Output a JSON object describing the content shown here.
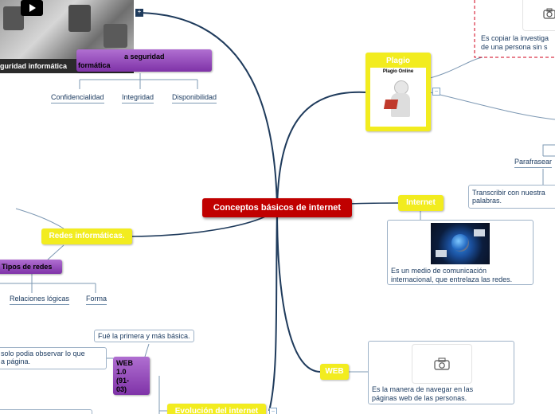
{
  "central": {
    "title": "Conceptos básicos de internet"
  },
  "security": {
    "video_caption": "guridad informática",
    "heading": "a seguridad",
    "heading_line2": "formática",
    "items": [
      "Confidencialidad",
      "Integridad",
      "Disponibilidad"
    ]
  },
  "plagio": {
    "title": "Plagio",
    "image_caption": "Plagio Online",
    "definition_line1": "Es copiar la investiga",
    "definition_line2": "de una persona sin s",
    "parafrasear": "Parafrasear",
    "transcribir_line1": "Transcribir con nuestra",
    "transcribir_line2": "palabras."
  },
  "internet": {
    "title": "Internet",
    "description_line1": "Es un medio de comunicación",
    "description_line2": "internacional, que entrelaza las redes."
  },
  "redes": {
    "title": "Redes informáticas.",
    "tipos": "Tipos de redes",
    "items": [
      "Relaciones lógicas",
      "Forma"
    ]
  },
  "web": {
    "title": "WEB",
    "description_line1": "Es la manera de navegar en las",
    "description_line2": "páginas web de las personas."
  },
  "evolucion": {
    "title": "Evolución del internet",
    "web10": "WEB 1.0 (91-03)",
    "web10_lines": [
      "WEB",
      "1.0",
      "(91-",
      "03)"
    ],
    "primera": "Fué la primera y más básica.",
    "observar_line1": "solo podia observar lo que",
    "observar_line2": "a página."
  },
  "colors": {
    "central": "#c00000",
    "yellow": "#f2ec1f",
    "purple": "#9a4bc1",
    "link": "#1f3b5c",
    "dashed": "#d0021b"
  },
  "icons": [
    "camera-icon",
    "play-icon",
    "collapse-icon"
  ]
}
